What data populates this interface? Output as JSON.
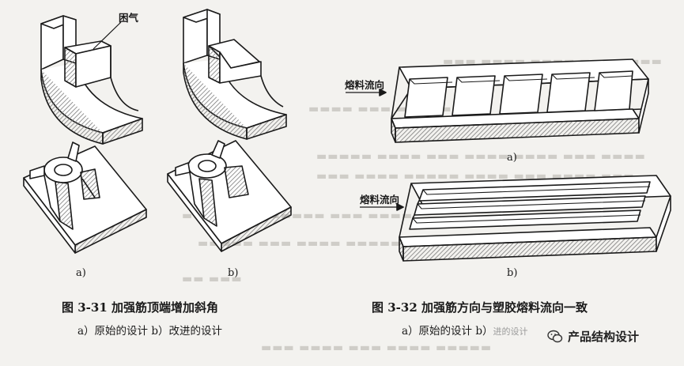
{
  "figure31": {
    "trapped_air_label": "困气",
    "label_a": "a)",
    "label_b": "b)",
    "caption": "图 3-31   加强筋顶端增加斜角",
    "subcaption": "a）原始的设计   b）改进的设计"
  },
  "figure32": {
    "flow_label_top": "熔料流向",
    "flow_label_bottom": "熔料流向",
    "label_a": "a)",
    "label_b": "b)",
    "caption": "图 3-32   加强筋方向与塑胶熔料流向一致",
    "subcaption": "a）原始的设计   b）",
    "subcaption_faded": "进的设计"
  },
  "watermark": {
    "text": "产品结构设计"
  },
  "colors": {
    "paper": "#f3f2ef",
    "ink": "#1a1a1a",
    "shade": "#8c8c8c",
    "bleed": "#cfcdc8"
  }
}
